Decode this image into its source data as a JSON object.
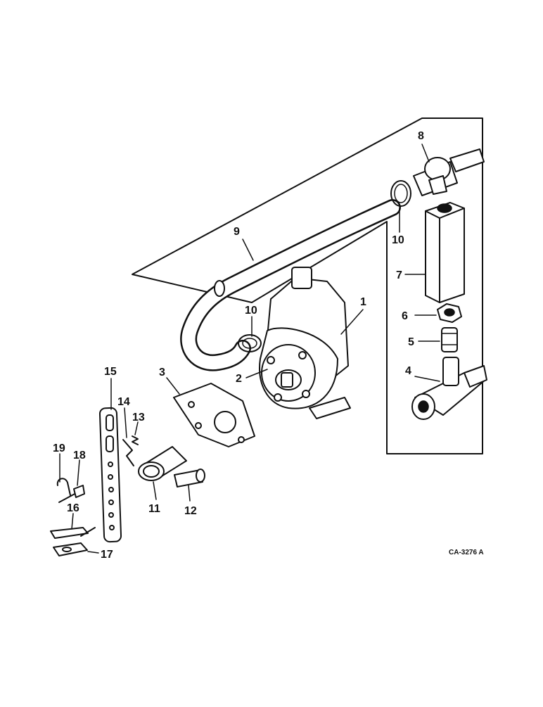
{
  "diagram": {
    "code": "CA-3276 A",
    "callouts": {
      "c1": "1",
      "c2": "2",
      "c3": "3",
      "c4": "4",
      "c5": "5",
      "c6": "6",
      "c7": "7",
      "c8": "8",
      "c9": "9",
      "c10a": "10",
      "c10b": "10",
      "c11": "11",
      "c12": "12",
      "c13": "13",
      "c14": "14",
      "c15": "15",
      "c16": "16",
      "c17": "17",
      "c18": "18",
      "c19": "19"
    }
  }
}
